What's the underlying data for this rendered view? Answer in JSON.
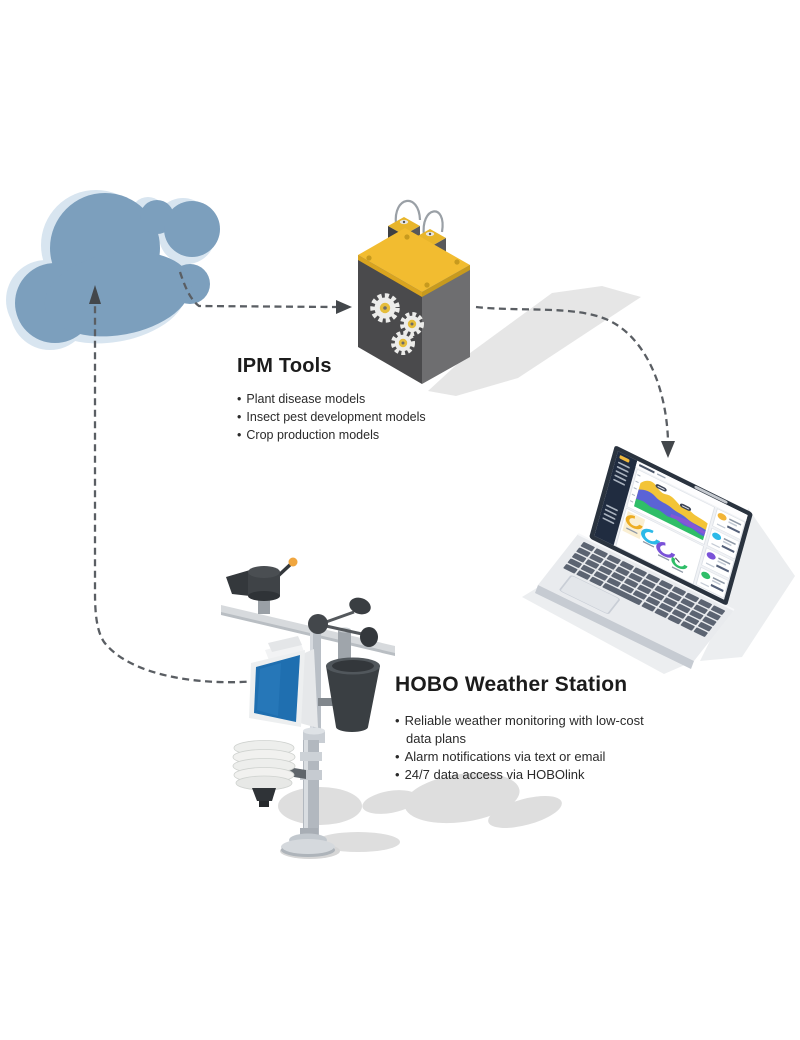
{
  "diagram": {
    "background_color": "#FFFFFF",
    "arrow_color": "#5A5E63",
    "nodes": {
      "cloud": {
        "icon": "cloud-icon",
        "color": "#7C9FBD",
        "back_color": "#D8E5F0"
      },
      "ipm_tools": {
        "title": "IPM Tools",
        "bullets": [
          "Plant disease models",
          "Insect pest development models",
          "Crop production models"
        ],
        "icon": "gears-box-icon",
        "box_colors": {
          "top": "#F2BC30",
          "front": "#4A4A4C",
          "side": "#6E6E70"
        }
      },
      "hobo_station": {
        "title": "HOBO Weather Station",
        "bullets": [
          "Reliable weather monitoring with low-cost data plans",
          "Alarm notifications via text or email",
          "24/7 data access via HOBOlink"
        ],
        "icon": "weather-station-icon",
        "solar_panel_color": "#1F6FB0"
      },
      "laptop": {
        "icon": "laptop-dashboard-icon",
        "dashboard_colors": [
          "#F3C437",
          "#5B63D6",
          "#2FBE68",
          "#2CB9E8",
          "#7A52D8"
        ]
      }
    },
    "connections": [
      {
        "from": "hobo_station",
        "to": "cloud",
        "style": "dashed-arrow"
      },
      {
        "from": "cloud",
        "to": "ipm_tools",
        "style": "dashed-arrow"
      },
      {
        "from": "ipm_tools",
        "to": "laptop",
        "style": "dashed-arrow"
      }
    ]
  }
}
